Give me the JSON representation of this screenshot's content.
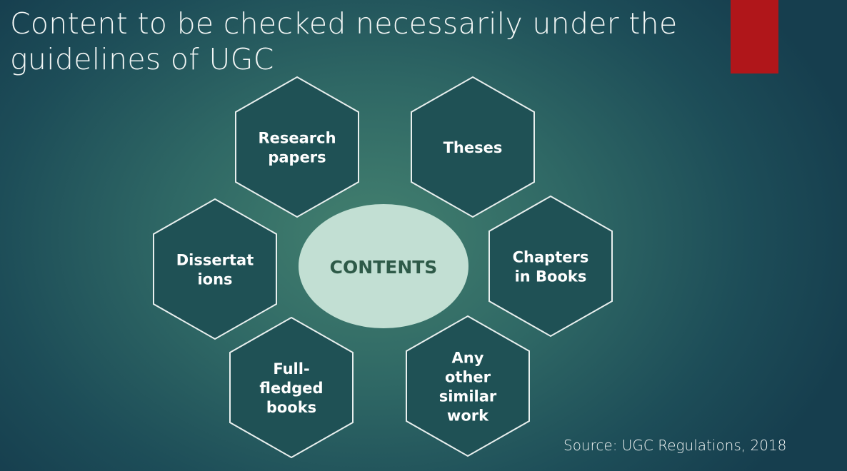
{
  "title": "Content to be checked necessarily under the guidelines of UGC",
  "center_label": "CONTENTS",
  "items": [
    {
      "lines": [
        "Research",
        "papers"
      ]
    },
    {
      "lines": [
        "Theses"
      ]
    },
    {
      "lines": [
        "Dissertat",
        "ions"
      ]
    },
    {
      "lines": [
        "Chapters",
        "in Books"
      ]
    },
    {
      "lines": [
        "Full-",
        "fledged",
        "books"
      ]
    },
    {
      "lines": [
        "Any",
        "other",
        "similar",
        "work"
      ]
    }
  ],
  "source": "Source: UGC Regulations, 2018",
  "colors": {
    "accent": "#b0161a",
    "hexagon": "#1f5155",
    "center": "#c2dfd3"
  }
}
